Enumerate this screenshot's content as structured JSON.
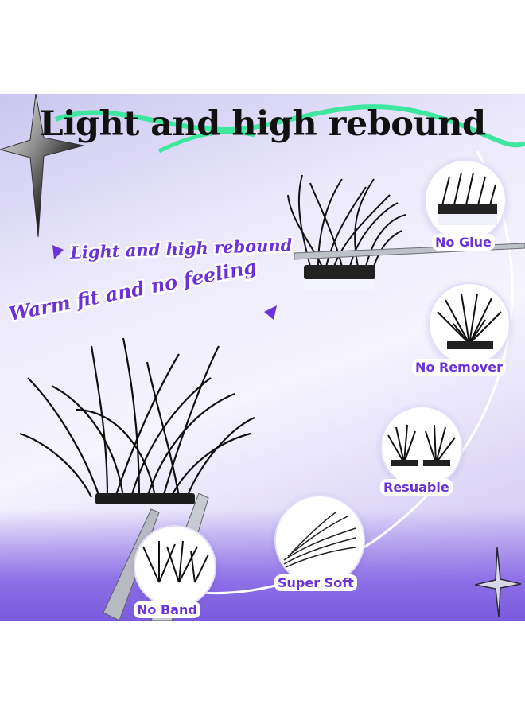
{
  "title": "Light and high rebound",
  "sub_headline_1": "Light and high rebound",
  "sub_headline_2": "Warm fit and no feeling",
  "features": [
    {
      "label": "No Glue",
      "icon": "lash-cluster-closeup-icon"
    },
    {
      "label": "No Remover",
      "icon": "lash-fan-icon"
    },
    {
      "label": "Resuable",
      "icon": "lash-pair-icon"
    },
    {
      "label": "Super Soft",
      "icon": "soft-lash-icon"
    },
    {
      "label": "No Band",
      "icon": "bandless-lash-icon"
    }
  ],
  "colors": {
    "accent_purple": "#6a32d8",
    "wave_green": "#3ee6a0",
    "panel_lavender": "#c9c6f0"
  }
}
